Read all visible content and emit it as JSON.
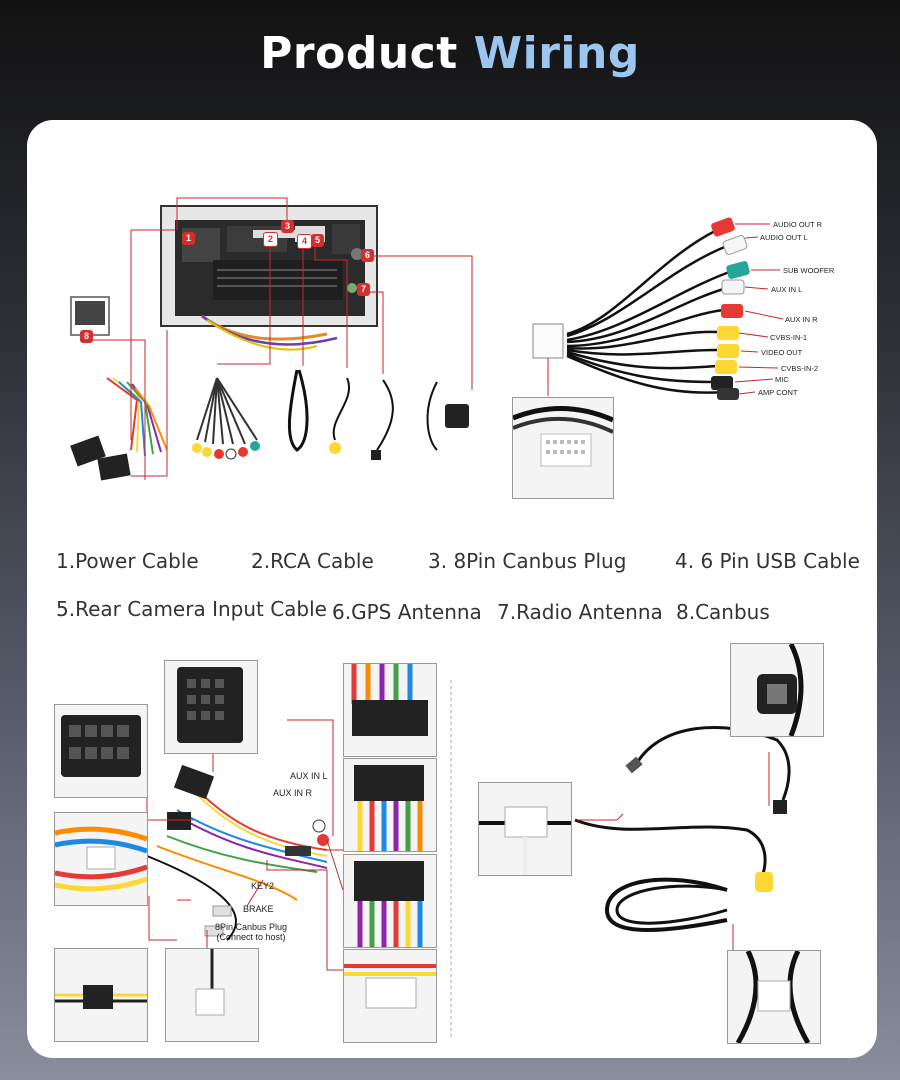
{
  "header": {
    "title_a": "Product",
    "title_b": "Wiring"
  },
  "unit_markers": [
    "1",
    "2",
    "3",
    "4",
    "5",
    "6",
    "7",
    "8"
  ],
  "rca_labels": {
    "audio_out_r": "AUDIO OUT R",
    "audio_out_l": "AUDIO OUT L",
    "sub_woofer": "SUB WOOFER",
    "aux_in_l": "AUX IN L",
    "aux_in_r": "AUX IN R",
    "cvbs_in_1": "CVBS-IN-1",
    "video_out": "VIDEO OUT",
    "cvbs_in_2": "CVBS-IN-2",
    "mic": "MIC",
    "amp_cont": "AMP CONT"
  },
  "legend": [
    "1.Power Cable",
    "2.RCA Cable",
    "3. 8Pin Canbus Plug",
    "4. 6 Pin USB Cable",
    "5.Rear Camera Input Cable",
    "6.GPS Antenna",
    "7.Radio Antenna",
    "8.Canbus"
  ],
  "harness_labels": {
    "aux_in_l": "AUX IN L",
    "aux_in_r": "AUX IN R",
    "key2": "KEY2",
    "brake": "BRAKE",
    "canbus_plug": "8Pin Canbus Plug",
    "canbus_plug_note": "(Connect to host)"
  },
  "colors": {
    "accent": "#9cc6f0",
    "marker": "#d32f2f",
    "leader_line": "#c62828"
  }
}
